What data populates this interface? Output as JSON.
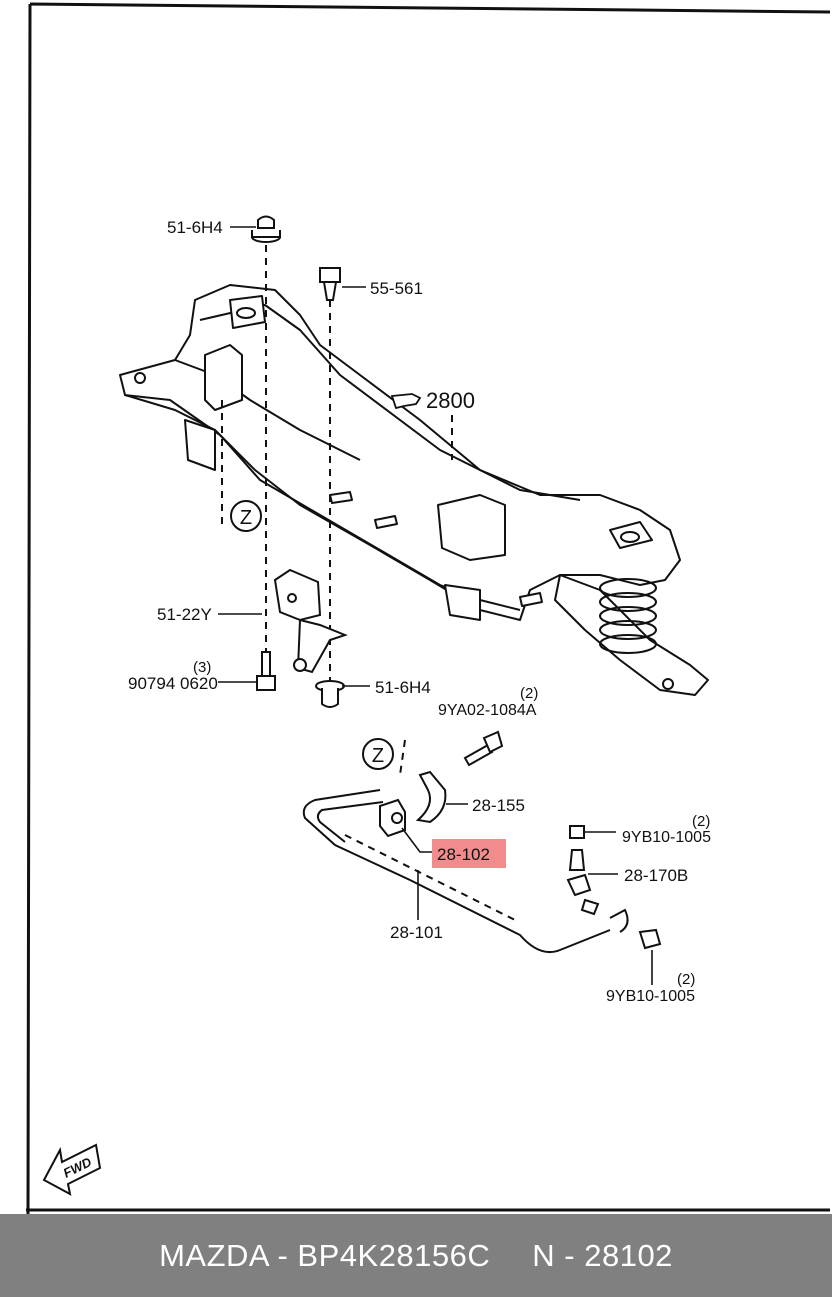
{
  "labels": {
    "top_bolt_collar": "51-6H4",
    "upper_bolt": "55-561",
    "crossmember": "2800",
    "marker_z": "Z",
    "bracket": "51-22Y",
    "bolt_qty": "(3)",
    "bolt_part": "90794 0620",
    "lower_collar": "51-6H4",
    "link_bolt_qty": "(2)",
    "link_bolt": "9YA02-1084A",
    "clamp": "28-155",
    "bushing": "28-102",
    "nut_top_qty": "(2)",
    "nut_top": "9YB10-1005",
    "stabilizer_link": "28-170B",
    "stabilizer_bar": "28-101",
    "nut_bottom_qty": "(2)",
    "nut_bottom": "9YB10-1005",
    "fwd": "FWD"
  },
  "highlight_color": "#f28b8b",
  "footer": {
    "brand_code": "MAZDA - BP4K28156C",
    "part_number": "N - 28102"
  }
}
